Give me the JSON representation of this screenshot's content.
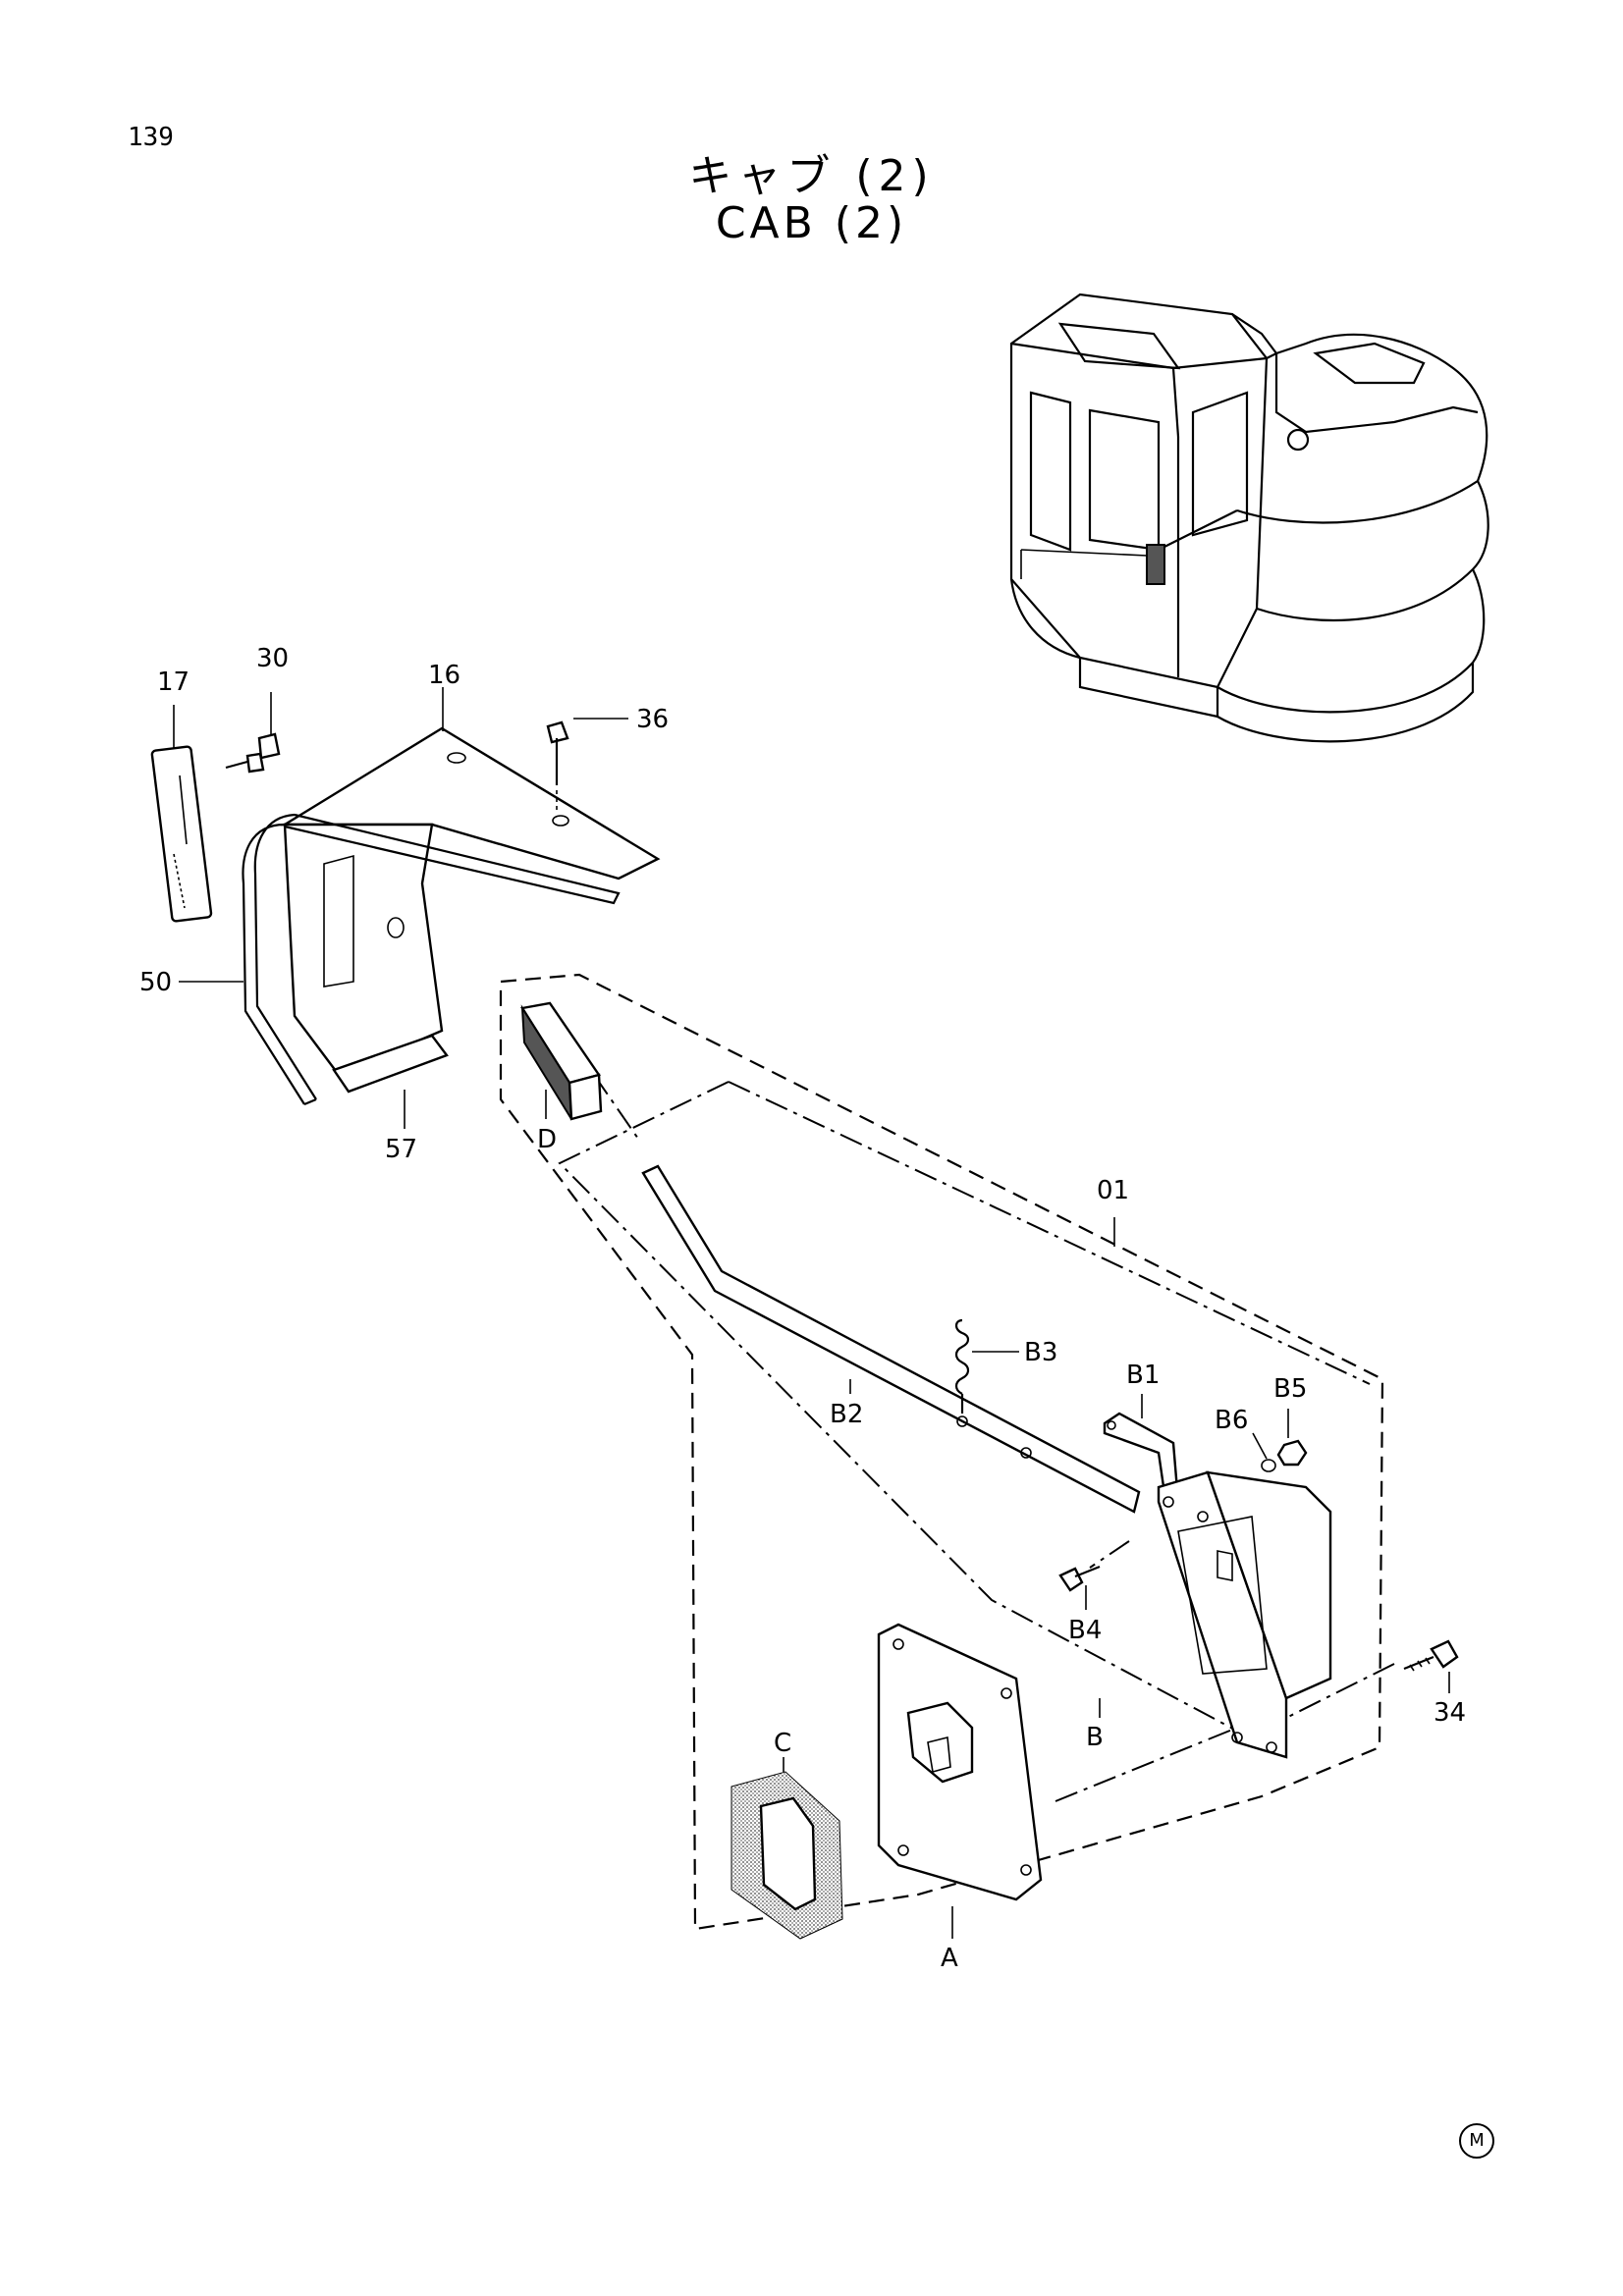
{
  "page_number": "139",
  "title_jp": "キャブ (2)",
  "title_en": "CAB (2)",
  "corner_mark": "M",
  "callouts": {
    "c17": "17",
    "c30": "30",
    "c16": "16",
    "c36": "36",
    "c50": "50",
    "c57": "57",
    "cD": "D",
    "c01": "01",
    "cB3": "B3",
    "cB1": "B1",
    "cB5": "B5",
    "cB6": "B6",
    "cB2": "B2",
    "cB4": "B4",
    "cB": "B",
    "c34": "34",
    "cC": "C",
    "cA": "A"
  }
}
